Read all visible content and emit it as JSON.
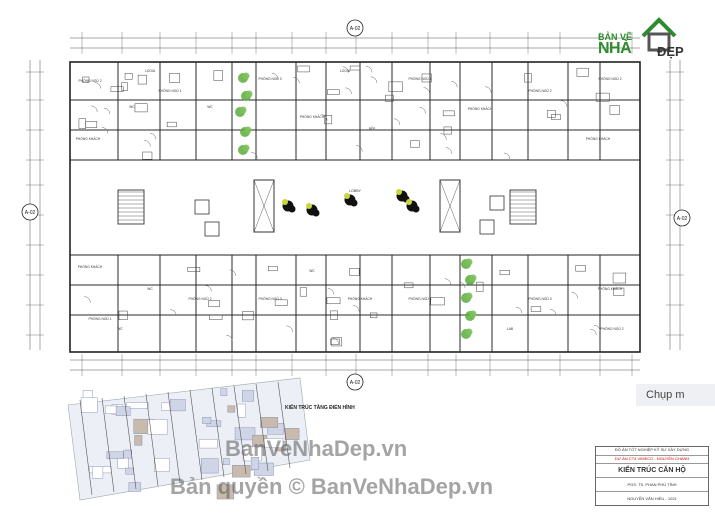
{
  "logo": {
    "line1": "BẢN VẼ",
    "line2": "NHÀ",
    "line3": "ĐẸP"
  },
  "drawing_title": "KIẾN TRÚC TẦNG ĐIỂN HÌNH",
  "overlay_button": "Chụp m",
  "watermark": {
    "line1": "BanVeNhaDep.vn",
    "line2": "Bản quyền © BanVeNhaDep.vn"
  },
  "title_block": {
    "row1": "ĐỒ ÁN TỐT NGHIỆP KỸ SƯ XÂY DỰNG",
    "row2": "DỰ ÁN CT4 VIMECO - NGUYỄN CHÁNH",
    "row3": "KIẾN TRÚC CĂN HỘ",
    "row4": "PGS. TS. PHAN PHÚ TỈNH",
    "row5": "NGUYỄN VĂN HIẾU - 1021"
  },
  "grid_labels": {
    "top": "A-02",
    "bottom": "A-02",
    "left": "A-02",
    "right": "A-02"
  },
  "rooms": {
    "living": "PHÒNG KHÁCH",
    "bed1": "PHÒNG NGỦ 1",
    "bed2": "PHÒNG NGỦ 2",
    "bed3": "PHÒNG NGỦ 3",
    "wc": "WC",
    "logia": "LOGIA",
    "lobby": "LOBBY",
    "kitchen": "BẾP",
    "lab": "LAB"
  },
  "colors": {
    "wall": "#222222",
    "dim": "#555555",
    "tree": "#5cab3c",
    "tree_dark": "#111111",
    "stair": "#333333"
  }
}
